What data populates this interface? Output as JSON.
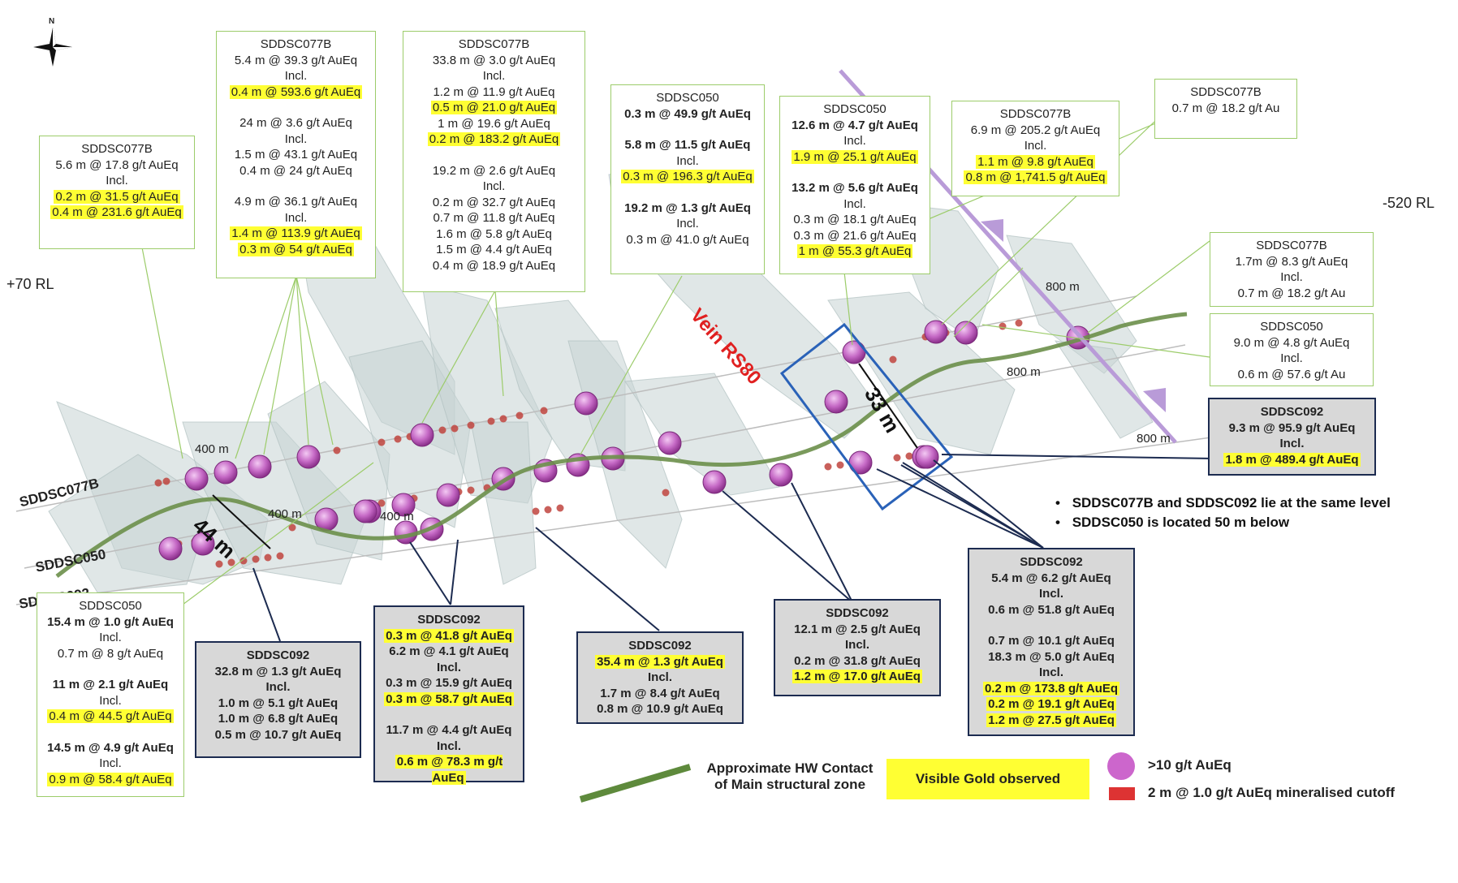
{
  "orientation": {
    "north": "N"
  },
  "levels": {
    "left_rl": "+70 RL",
    "right_rl": "-520 RL"
  },
  "vein_label": "Vein RS80",
  "measurements": {
    "left": "44 m",
    "right": "33 m"
  },
  "hole_traces": {
    "sddsc077b": "SDDSC077B",
    "sddsc050": "SDDSC050",
    "sddsc092": "SDDSC092"
  },
  "distance_labels": {
    "d400_a": "400 m",
    "d400_b": "400 m",
    "d400_c": "400 m",
    "d800_a": "800 m",
    "d800_b": "800 m",
    "d800_c": "800 m"
  },
  "notes": [
    "SDDSC077B  and SDDSC092  lie at the same level",
    "SDDSC050  is located 50  m below"
  ],
  "legend": {
    "hw_contact": "Approximate HW Contact\nof Main structural zone",
    "visible_gold": "Visible Gold observed",
    "high_grade": ">10 g/t AuEq",
    "cutoff": "2 m @ 1.0 g/t AuEq mineralised cutoff"
  },
  "colors": {
    "vein": "#e02020",
    "hw_contact": "#5e8a3c",
    "fault": "#b89ad8",
    "high_grade": "#cc66cc",
    "cutoff": "#dd3333",
    "highlight": "#ffff33",
    "green_box": "#9ccc6a",
    "dark_box": "#1c2b50"
  },
  "boxes": [
    {
      "id": "b1",
      "style": "green",
      "lines": [
        {
          "t": "SDDSC077B"
        },
        {
          "t": "5.6 m @ 17.8 g/t AuEq"
        },
        {
          "t": "Incl."
        },
        {
          "t": "0.2 m @ 31.5 g/t AuEq",
          "hl": true
        },
        {
          "t": "0.4 m @ 231.6 g/t AuEq",
          "hl": true
        }
      ]
    },
    {
      "id": "b2",
      "style": "green",
      "lines": [
        {
          "t": "SDDSC077B"
        },
        {
          "t": "5.4 m @ 39.3 g/t AuEq"
        },
        {
          "t": "Incl."
        },
        {
          "t": "0.4 m @ 593.6 g/t AuEq",
          "hl": true
        },
        {
          "gap": true
        },
        {
          "t": "24 m @ 3.6 g/t AuEq"
        },
        {
          "t": "Incl."
        },
        {
          "t": "1.5 m @ 43.1 g/t AuEq"
        },
        {
          "t": "0.4 m @ 24 g/t AuEq"
        },
        {
          "gap": true
        },
        {
          "t": "4.9 m @ 36.1 g/t AuEq"
        },
        {
          "t": "Incl."
        },
        {
          "t": "1.4 m @ 113.9 g/t AuEq",
          "hl": true
        },
        {
          "t": "0.3 m @ 54 g/t AuEq",
          "hl": true
        }
      ]
    },
    {
      "id": "b3",
      "style": "green",
      "lines": [
        {
          "t": "SDDSC077B"
        },
        {
          "t": "33.8 m @ 3.0 g/t AuEq"
        },
        {
          "t": "Incl."
        },
        {
          "t": "1.2 m @ 11.9 g/t AuEq"
        },
        {
          "t": "0.5 m @ 21.0 g/t AuEq",
          "hl": true
        },
        {
          "t": "1 m @ 19.6 g/t AuEq"
        },
        {
          "t": "0.2 m @ 183.2 g/t AuEq",
          "hl": true
        },
        {
          "gap": true
        },
        {
          "t": "19.2 m @ 2.6 g/t AuEq"
        },
        {
          "t": "Incl."
        },
        {
          "t": "0.2 m @ 32.7 g/t AuEq"
        },
        {
          "t": "0.7 m @ 11.8 g/t AuEq"
        },
        {
          "t": "1.6 m @ 5.8 g/t AuEq"
        },
        {
          "t": "1.5 m @ 4.4 g/t AuEq"
        },
        {
          "t": "0.4 m @ 18.9 g/t AuEq"
        }
      ]
    },
    {
      "id": "b4",
      "style": "green",
      "lines": [
        {
          "t": "SDDSC050"
        },
        {
          "t": "0.3 m @ 49.9 g/t AuEq",
          "b": true
        },
        {
          "gap": true
        },
        {
          "t": "5.8 m @ 11.5 g/t AuEq",
          "b": true
        },
        {
          "t": "Incl."
        },
        {
          "t": "0.3 m @ 196.3 g/t AuEq",
          "hl": true
        },
        {
          "gap": true
        },
        {
          "t": "19.2 m @ 1.3 g/t AuEq",
          "b": true
        },
        {
          "t": "Incl."
        },
        {
          "t": "0.3 m @ 41.0 g/t AuEq"
        }
      ]
    },
    {
      "id": "b5",
      "style": "green",
      "lines": [
        {
          "t": "SDDSC050"
        },
        {
          "t": "12.6 m @ 4.7 g/t AuEq",
          "b": true
        },
        {
          "t": "Incl."
        },
        {
          "t": "1.9 m @ 25.1 g/t AuEq",
          "hl": true
        },
        {
          "gap": true
        },
        {
          "t": "13.2 m @ 5.6 g/t AuEq",
          "b": true
        },
        {
          "t": "Incl."
        },
        {
          "t": "0.3 m @ 18.1 g/t AuEq"
        },
        {
          "t": "0.3 m @ 21.6 g/t AuEq"
        },
        {
          "t": "1 m @ 55.3 g/t AuEq",
          "hl": true
        }
      ]
    },
    {
      "id": "b6",
      "style": "green",
      "lines": [
        {
          "t": "SDDSC077B"
        },
        {
          "t": "6.9 m @ 205.2 g/t AuEq"
        },
        {
          "t": "Incl."
        },
        {
          "t": "1.1 m @ 9.8 g/t AuEq",
          "hl": true
        },
        {
          "t": "0.8 m @ 1,741.5 g/t AuEq",
          "hl": true
        }
      ]
    },
    {
      "id": "b7",
      "style": "green",
      "lines": [
        {
          "t": "SDDSC077B"
        },
        {
          "t": "0.7 m @ 18.2 g/t Au"
        }
      ]
    },
    {
      "id": "b8",
      "style": "green",
      "lines": [
        {
          "t": "SDDSC077B"
        },
        {
          "t": "1.7m @ 8.3 g/t AuEq"
        },
        {
          "t": "Incl."
        },
        {
          "t": "0.7 m @ 18.2 g/t Au"
        }
      ]
    },
    {
      "id": "b9",
      "style": "green",
      "lines": [
        {
          "t": "SDDSC050"
        },
        {
          "t": "9.0 m @ 4.8 g/t AuEq"
        },
        {
          "t": "Incl."
        },
        {
          "t": "0.6 m @ 57.6 g/t Au"
        }
      ]
    },
    {
      "id": "b10",
      "style": "dark",
      "lines": [
        {
          "t": "SDDSC092"
        },
        {
          "t": "9.3 m @ 95.9 g/t AuEq"
        },
        {
          "t": "Incl."
        },
        {
          "t": "1.8 m @ 489.4 g/t AuEq",
          "hl": true
        }
      ]
    },
    {
      "id": "b11",
      "style": "green",
      "lines": [
        {
          "t": "SDDSC050"
        },
        {
          "t": "15.4 m @ 1.0 g/t AuEq",
          "b": true
        },
        {
          "t": "Incl."
        },
        {
          "t": "0.7 m @ 8 g/t AuEq"
        },
        {
          "gap": true
        },
        {
          "t": "11 m @ 2.1 g/t AuEq",
          "b": true
        },
        {
          "t": "Incl."
        },
        {
          "t": "0.4 m @ 44.5 g/t AuEq",
          "hl": true
        },
        {
          "gap": true
        },
        {
          "t": "14.5 m @ 4.9 g/t AuEq",
          "b": true
        },
        {
          "t": "Incl."
        },
        {
          "t": "0.9 m @ 58.4 g/t AuEq",
          "hl": true
        }
      ]
    },
    {
      "id": "b12",
      "style": "dark",
      "lines": [
        {
          "t": "SDDSC092"
        },
        {
          "t": "32.8 m @ 1.3 g/t AuEq"
        },
        {
          "t": "Incl."
        },
        {
          "t": "1.0 m @ 5.1 g/t AuEq"
        },
        {
          "t": "1.0 m @ 6.8 g/t AuEq"
        },
        {
          "t": "0.5 m @ 10.7 g/t AuEq"
        }
      ]
    },
    {
      "id": "b13",
      "style": "dark",
      "lines": [
        {
          "t": "SDDSC092"
        },
        {
          "t": "0.3 m @ 41.8 g/t AuEq",
          "hl": true
        },
        {
          "t": "6.2 m @ 4.1 g/t AuEq"
        },
        {
          "t": "Incl."
        },
        {
          "t": "0.3 m @ 15.9 g/t AuEq"
        },
        {
          "t": "0.3 m @ 58.7 g/t AuEq",
          "hl": true
        },
        {
          "gap": true
        },
        {
          "t": "11.7 m @ 4.4 g/t AuEq"
        },
        {
          "t": "Incl."
        },
        {
          "t": "0.6 m @ 78.3 m g/t AuEq",
          "hl": true
        }
      ]
    },
    {
      "id": "b14",
      "style": "dark",
      "lines": [
        {
          "t": "SDDSC092"
        },
        {
          "t": "35.4 m @ 1.3 g/t AuEq",
          "hl": true
        },
        {
          "t": "Incl."
        },
        {
          "t": "1.7 m @ 8.4 g/t AuEq"
        },
        {
          "t": "0.8 m @ 10.9 g/t AuEq"
        }
      ]
    },
    {
      "id": "b15",
      "style": "dark",
      "lines": [
        {
          "t": "SDDSC092"
        },
        {
          "t": "12.1 m @ 2.5 g/t AuEq"
        },
        {
          "t": "Incl."
        },
        {
          "t": "0.2 m @ 31.8 g/t AuEq"
        },
        {
          "t": "1.2 m @ 17.0 g/t AuEq",
          "hl": true
        }
      ]
    },
    {
      "id": "b16",
      "style": "dark",
      "lines": [
        {
          "t": "SDDSC092"
        },
        {
          "t": "5.4 m @ 6.2 g/t AuEq"
        },
        {
          "t": "Incl."
        },
        {
          "t": "0.6 m @ 51.8 g/t AuEq"
        },
        {
          "gap": true
        },
        {
          "t": "0.7 m @ 10.1 g/t AuEq"
        },
        {
          "t": "18.3 m @ 5.0 g/t AuEq"
        },
        {
          "t": "Incl."
        },
        {
          "t": "0.2 m @ 173.8 g/t AuEq",
          "hl": true
        },
        {
          "t": "0.2 m @ 19.1 g/t AuEq",
          "hl": true
        },
        {
          "t": "1.2 m @ 27.5 g/t AuEq",
          "hl": true
        }
      ]
    }
  ]
}
